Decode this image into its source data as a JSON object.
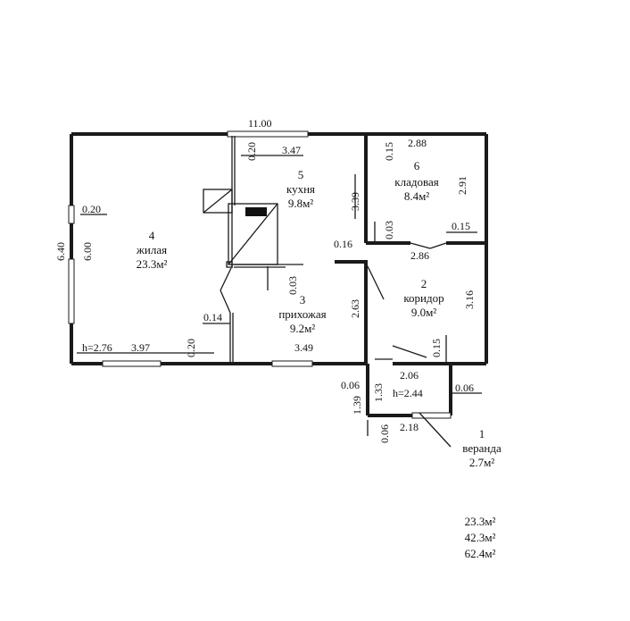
{
  "plan": {
    "overall_length": "11.00",
    "height_main": "h=2.76",
    "height_veranda": "h=2.44",
    "dims": {
      "left_outer": "6.40",
      "left_inner": "6.00",
      "left_wall": "0.20",
      "bottom_living": "3.97",
      "bottom_wall": "0.20",
      "bottom_hall": "3.49",
      "partition_014": "0.14",
      "kitchen_wall_top": "0.20",
      "kitchen_width": "3.47",
      "kitchen_height": "3.39",
      "kitchen_door": "0.03",
      "partition_016": "0.16",
      "hall_height": "2.63",
      "storage_wall_top": "0.15",
      "storage_width": "2.88",
      "storage_height": "2.91",
      "storage_wall_left": "0.03",
      "storage_wall_right": "0.15",
      "corridor_width": "2.86",
      "corridor_height": "3.16",
      "corridor_wall": "0.15",
      "veranda_width_top": "2.06",
      "veranda_wall_left": "0.06",
      "veranda_wall_right": "0.06",
      "veranda_outer_height": "1.39",
      "veranda_inner_height": "1.33",
      "veranda_wall_bottom": "0.06",
      "veranda_width_bottom": "2.18"
    },
    "rooms": [
      {
        "num": "4",
        "name": "жилая",
        "area": "23.3м²"
      },
      {
        "num": "5",
        "name": "кухня",
        "area": "9.8м²"
      },
      {
        "num": "3",
        "name": "прихожая",
        "area": "9.2м²"
      },
      {
        "num": "6",
        "name": "кладовая",
        "area": "8.4м²"
      },
      {
        "num": "2",
        "name": "коридор",
        "area": "9.0м²"
      },
      {
        "num": "1",
        "name": "веранда",
        "area": "2.7м²"
      }
    ]
  },
  "totals": [
    "23.3м²",
    "42.3м²",
    "62.4м²"
  ]
}
